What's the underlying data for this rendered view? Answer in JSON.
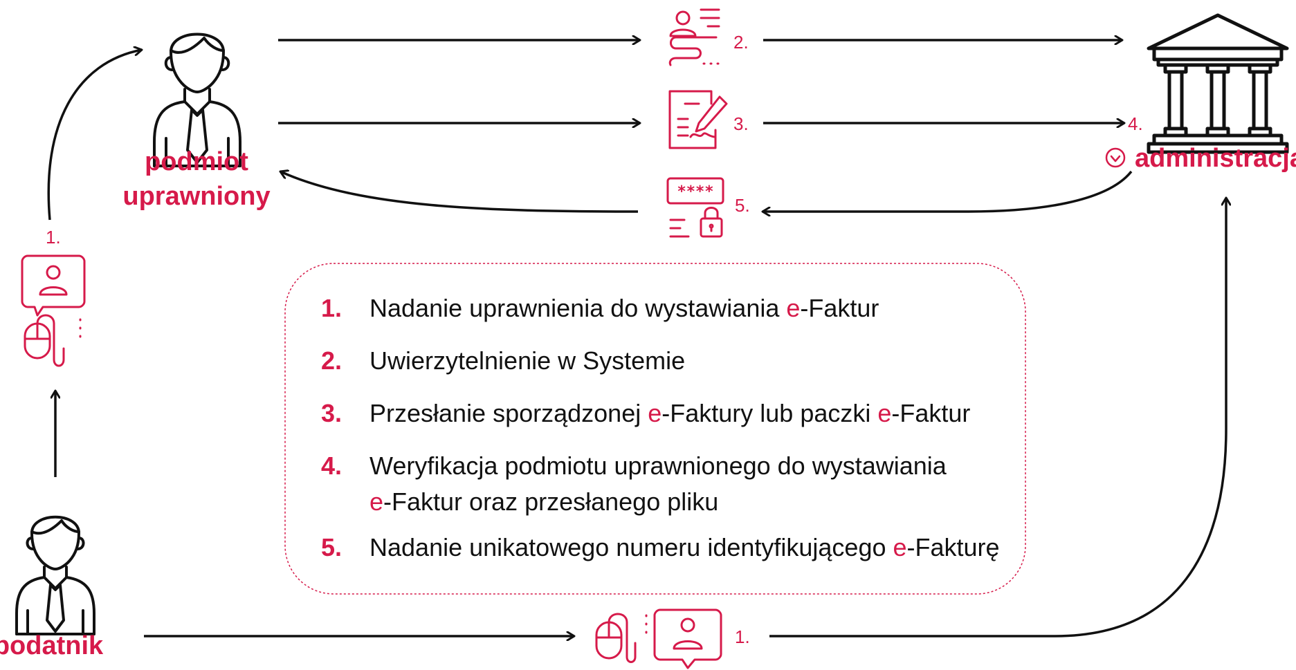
{
  "actors": {
    "entitled": {
      "line1": "podmiot",
      "line2": "uprawniony"
    },
    "taxpayer": {
      "label": "podatnik"
    },
    "administration": {
      "label": "administracja"
    }
  },
  "step_markers": {
    "top_left": "1.",
    "bottom": "1.",
    "auth": "2.",
    "send": "3.",
    "verify": "4.",
    "number": "5."
  },
  "legend": {
    "items": [
      {
        "num": "1.",
        "segments": [
          {
            "t": "Nadanie uprawnienia do wystawiania ",
            "red": false
          },
          {
            "t": "e",
            "red": true
          },
          {
            "t": "-Faktur",
            "red": false
          }
        ]
      },
      {
        "num": "2.",
        "segments": [
          {
            "t": "Uwierzytelnienie w Systemie",
            "red": false
          }
        ]
      },
      {
        "num": "3.",
        "segments": [
          {
            "t": "Przesłanie sporządzonej ",
            "red": false
          },
          {
            "t": "e",
            "red": true
          },
          {
            "t": "-Faktury lub paczki ",
            "red": false
          },
          {
            "t": "e",
            "red": true
          },
          {
            "t": "-Faktur",
            "red": false
          }
        ]
      },
      {
        "num": "4.",
        "segments": [
          {
            "t": "Weryfikacja podmiotu uprawnionego do wystawiania",
            "red": false
          }
        ],
        "line2": [
          {
            "t": "e",
            "red": true
          },
          {
            "t": "-Faktur oraz przesłanego pliku",
            "red": false
          }
        ]
      },
      {
        "num": "5.",
        "segments": [
          {
            "t": "Nadanie unikatowego numeru identyfikującego ",
            "red": false
          },
          {
            "t": "e",
            "red": true
          },
          {
            "t": "-Fakturę",
            "red": false
          }
        ]
      }
    ]
  },
  "icons": {
    "entitled": "person-icon",
    "taxpayer": "person-icon",
    "administration": "government-building-icon",
    "auth": "user-authentication-icon",
    "send": "signed-document-icon",
    "number": "password-lock-icon",
    "grant_left": "mouse-chat-user-icon",
    "grant_bottom": "mouse-chat-user-icon",
    "verify": "check-circle-icon"
  },
  "colors": {
    "accent": "#d61a4a",
    "ink": "#111111"
  }
}
